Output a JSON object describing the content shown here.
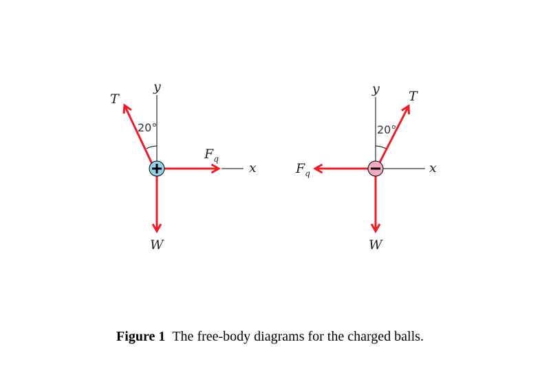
{
  "colors": {
    "force": "#ee1c25",
    "positive_ball": "#8fd3e8",
    "negative_ball": "#f5a9bf",
    "axis": "#000000"
  },
  "left_diagram": {
    "charge": "positive",
    "charge_symbol": "+",
    "angle_label": "20°",
    "labels": {
      "T": "T",
      "y": "y",
      "x": "x",
      "Fq_main": "F",
      "Fq_sub": "q",
      "W": "W"
    }
  },
  "right_diagram": {
    "charge": "negative",
    "charge_symbol": "−",
    "angle_label": "20°",
    "labels": {
      "T": "T",
      "y": "y",
      "x": "x",
      "Fq_main": "F",
      "Fq_sub": "q",
      "W": "W"
    }
  },
  "caption": {
    "label": "Figure 1",
    "text": "The free-body diagrams for the charged balls."
  }
}
